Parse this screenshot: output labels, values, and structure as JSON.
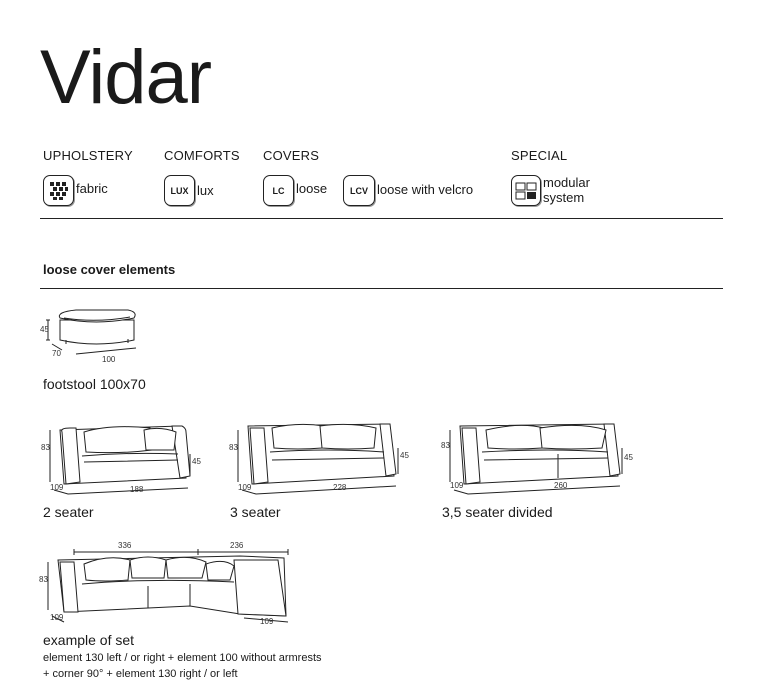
{
  "title": "Vidar",
  "categories": {
    "upholstery": "UPHOLSTERY",
    "comforts": "COMFORTS",
    "covers": "COVERS",
    "special": "SPECIAL"
  },
  "features": {
    "fabric": {
      "label": "fabric",
      "icon": "fabric-icon"
    },
    "lux": {
      "badge": "LUX",
      "label": "lux"
    },
    "loose": {
      "badge": "LC",
      "label": "loose"
    },
    "velcro": {
      "badge": "LCV",
      "label": "loose with velcro"
    },
    "modular": {
      "label_line1": "modular",
      "label_line2": "system",
      "icon": "modular-icon"
    }
  },
  "section_title": "loose cover elements",
  "elements": {
    "footstool": {
      "caption": "footstool 100x70",
      "height": "45",
      "depth": "70",
      "width": "100"
    },
    "two_seater": {
      "caption": "2 seater",
      "height": "83",
      "seat_height": "45",
      "depth": "109",
      "width": "188"
    },
    "three_seater": {
      "caption": "3 seater",
      "height": "83",
      "seat_height": "45",
      "depth": "109",
      "width": "228"
    },
    "three_half": {
      "caption": "3,5 seater divided",
      "height": "83",
      "seat_height": "45",
      "depth": "109",
      "width": "260"
    },
    "set": {
      "caption": "example of set",
      "width_left": "336",
      "width_right": "236",
      "height": "83",
      "depth_left": "109",
      "depth_right": "109",
      "note_line1": "element 130 left / or right + element 100 without armrests",
      "note_line2": "+ corner 90° + element 130 right / or left"
    }
  }
}
